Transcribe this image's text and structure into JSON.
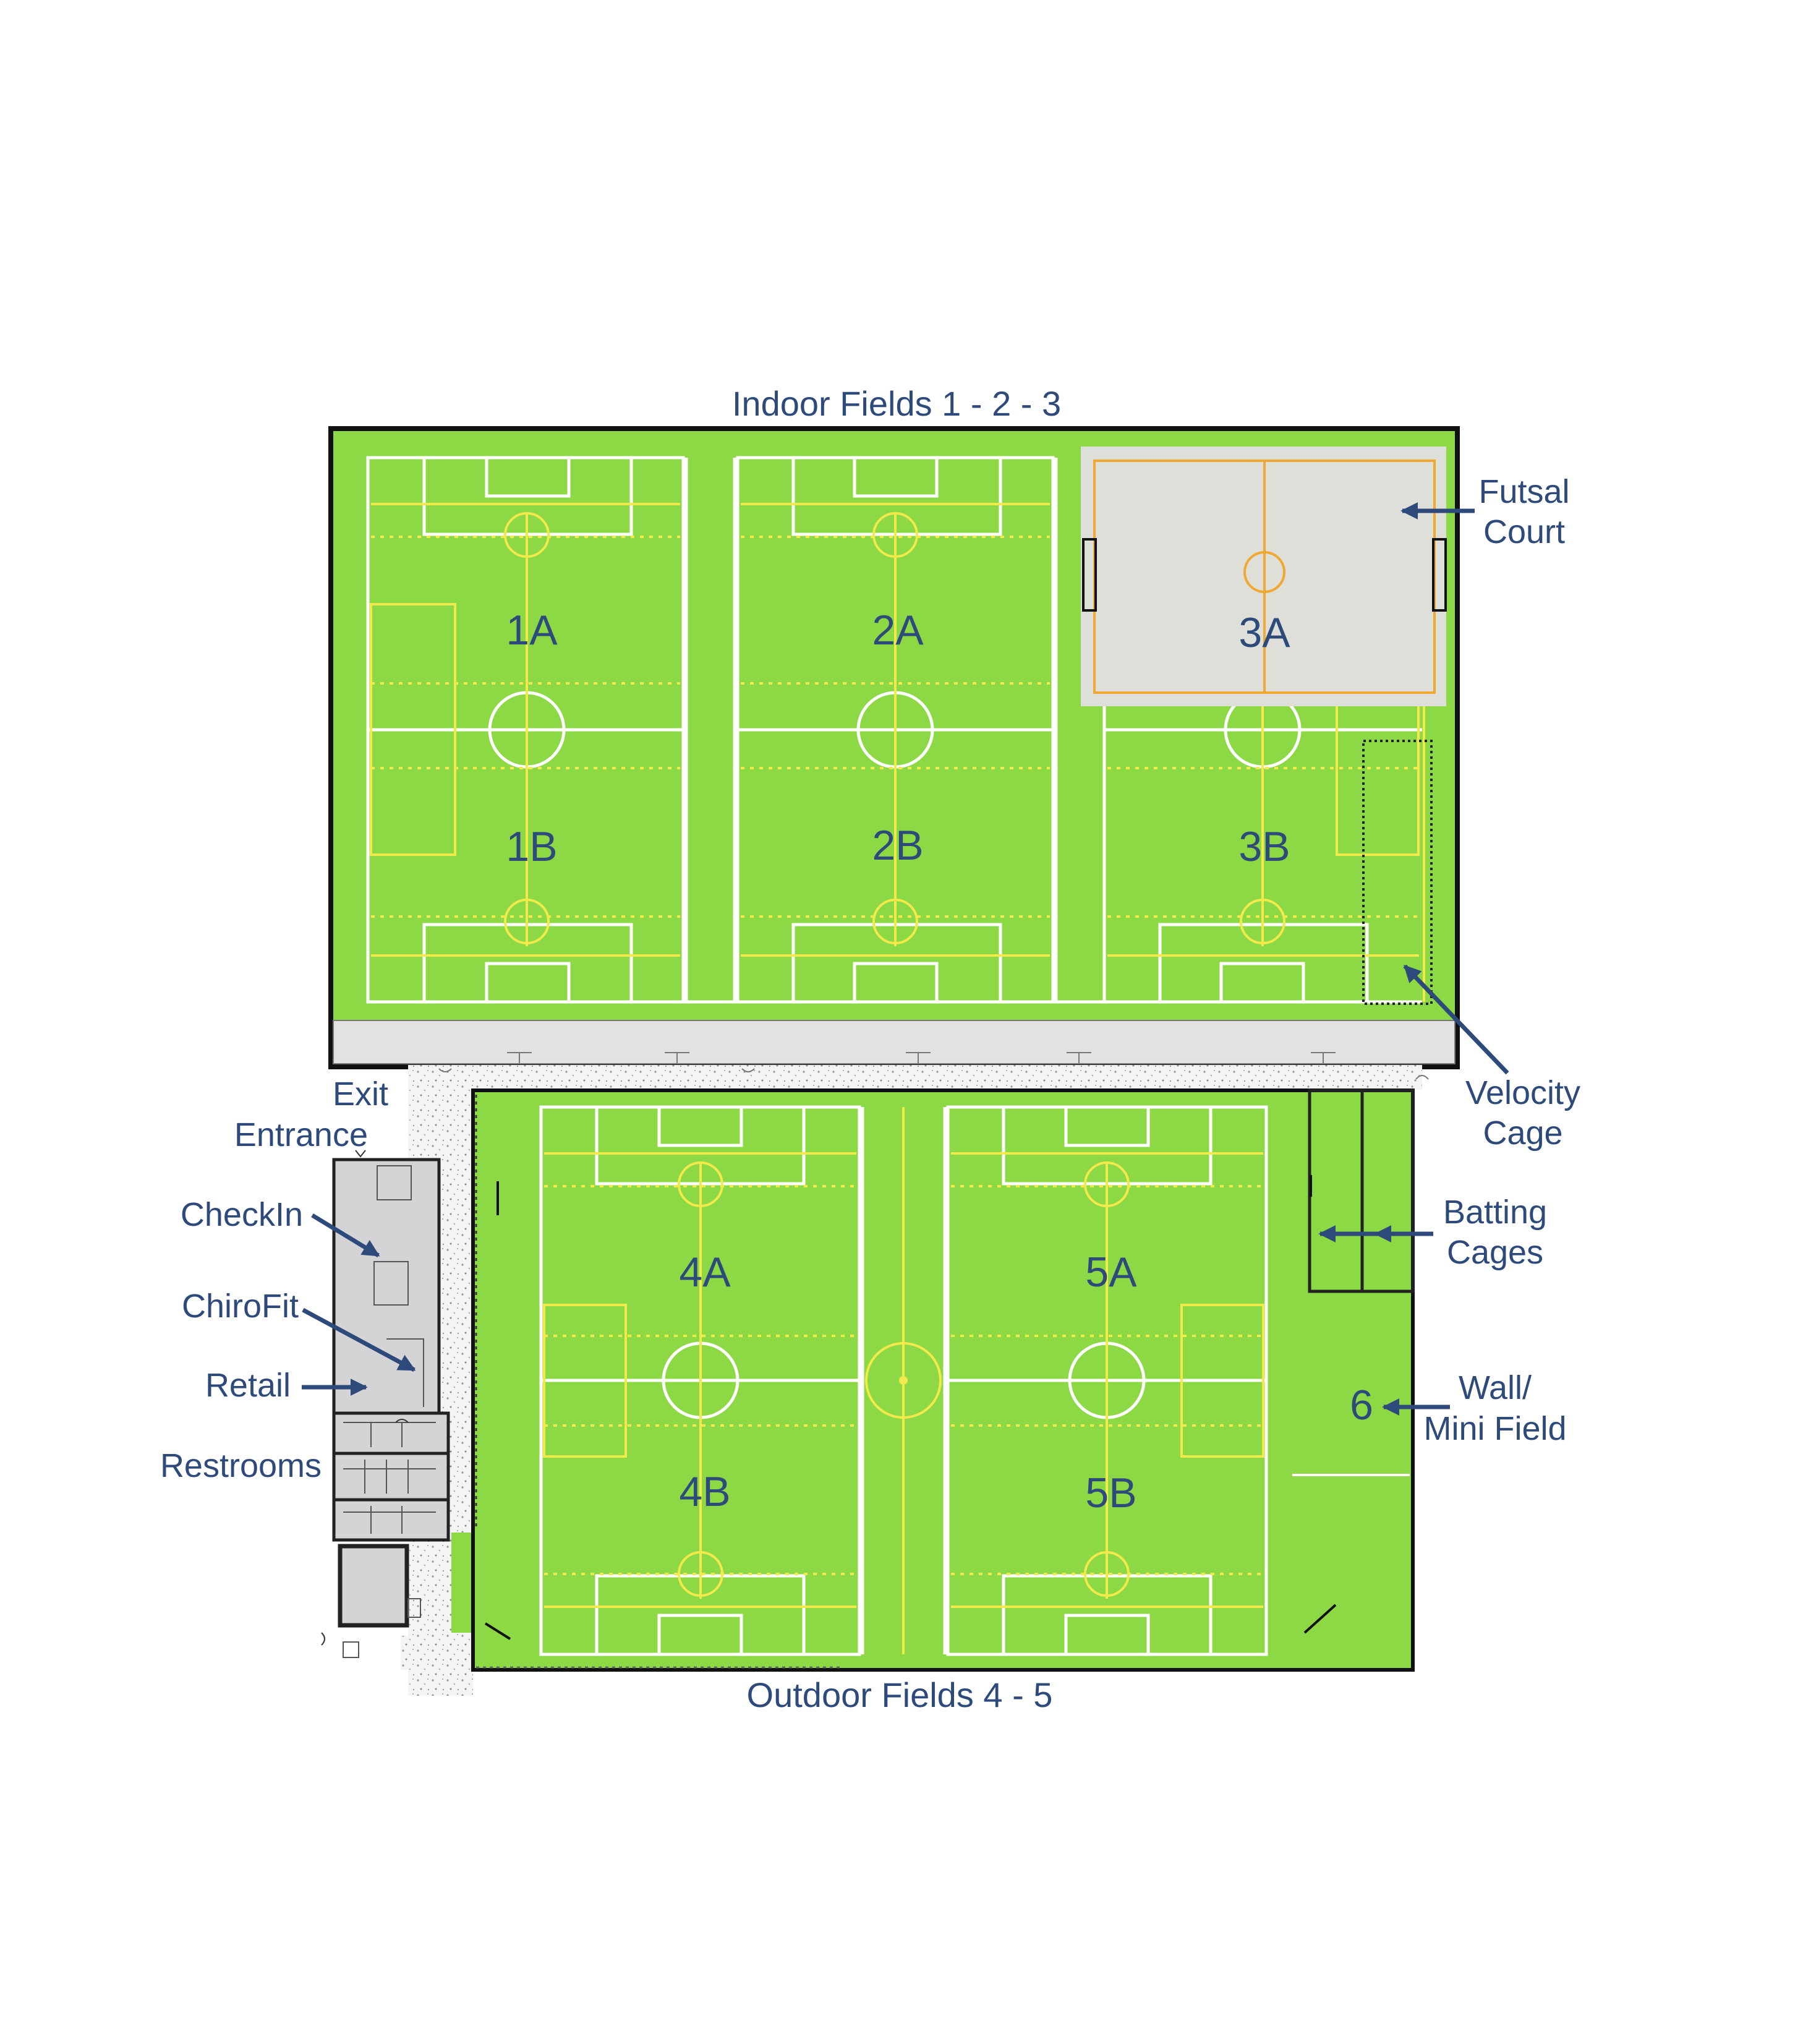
{
  "titles": {
    "indoor": "Indoor Fields 1 - 2 - 3",
    "outdoor": "Outdoor Fields 4 - 5"
  },
  "fields": {
    "f1a": "1A",
    "f1b": "1B",
    "f2a": "2A",
    "f2b": "2B",
    "f3a": "3A",
    "f3b": "3B",
    "f4a": "4A",
    "f4b": "4B",
    "f5a": "5A",
    "f5b": "5B",
    "f6": "6"
  },
  "labels": {
    "futsal_1": "Futsal",
    "futsal_2": "Court",
    "velocity_1": "Velocity",
    "velocity_2": "Cage",
    "batting_1": "Batting",
    "batting_2": "Cages",
    "wall_1": "Wall/",
    "wall_2": "Mini Field",
    "exit": "Exit",
    "entrance": "Entrance",
    "checkin": "CheckIn",
    "chirofit": "ChiroFit",
    "retail": "Retail",
    "restrooms": "Restrooms"
  },
  "colors": {
    "turf": "#8dd845",
    "label_blue": "#2d4a7a",
    "futsal_surface": "#dedfd8",
    "futsal_lines": "#f0a830",
    "walkway": "#e2e2e2"
  }
}
